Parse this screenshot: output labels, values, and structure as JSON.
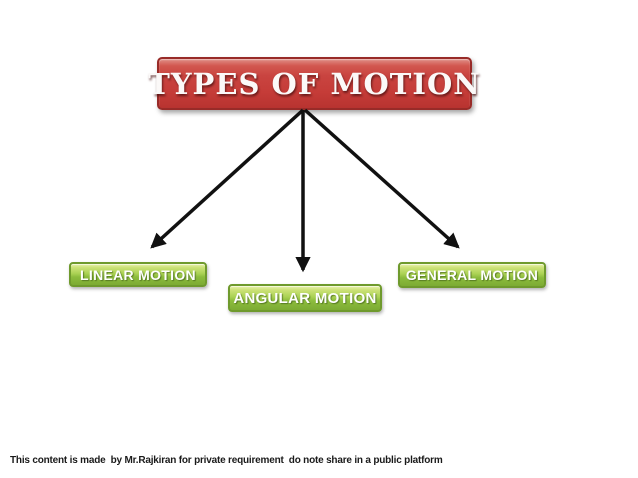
{
  "diagram": {
    "title": "TYPES OF MOTION",
    "nodes": [
      {
        "id": "linear-motion",
        "label": "LINEAR MOTION"
      },
      {
        "id": "angular-motion",
        "label": "ANGULAR MOTION"
      },
      {
        "id": "general-motion",
        "label": "GENERAL MOTION"
      }
    ],
    "edges": [
      {
        "from": "title",
        "to": "linear-motion"
      },
      {
        "from": "title",
        "to": "angular-motion"
      },
      {
        "from": "title",
        "to": "general-motion"
      }
    ]
  },
  "footer": "This content is made  by Mr.Rajkiran for private requirement  do note share in a public platform",
  "colors": {
    "background": "#ffffff",
    "title_box_fill": "#c8413d",
    "title_box_border": "#982b28",
    "title_text": "#fbf9f8",
    "node_fill_top": "#cde279",
    "node_fill_bottom": "#7cab33",
    "node_border": "#6f9a2d",
    "node_text": "#ffffff",
    "arrow": "#111111",
    "footer_text": "#1a1a1a"
  }
}
